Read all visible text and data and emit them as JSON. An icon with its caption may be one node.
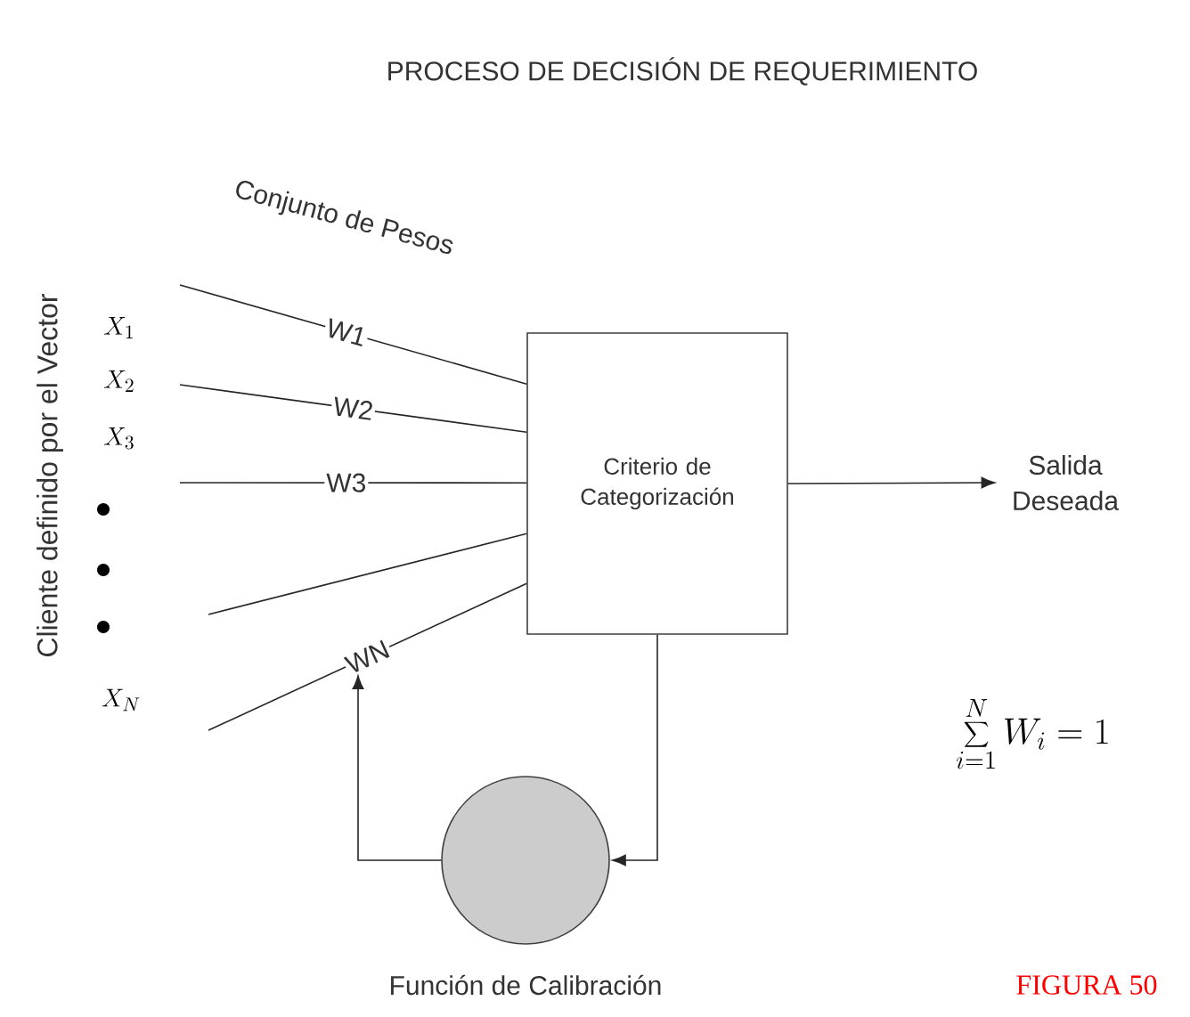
{
  "diagram": {
    "title": "PROCESO DE DECISIÓN DE REQUERIMIENTO",
    "caption": "FIGURA 50",
    "nodes": [
      {
        "text": [
          "Criterio de Categorización"
        ]
      },
      {
        "text": [],
        "shape": "circle",
        "beside": [
          "Función de Calibración"
        ]
      },
      {
        "text": [
          "Salida Deseada"
        ]
      }
    ],
    "edges": [
      {
        "from": null,
        "to": 0,
        "arrow": "none",
        "label": "W1"
      },
      {
        "from": null,
        "to": 0,
        "arrow": "none",
        "label": "W2"
      },
      {
        "from": null,
        "to": 0,
        "arrow": "none",
        "label": "W3"
      },
      {
        "from": null,
        "to": 0,
        "arrow": "none"
      },
      {
        "from": null,
        "to": 0,
        "arrow": "none",
        "label": "WN"
      },
      {
        "from": 0,
        "to": 2,
        "arrow": "to"
      },
      {
        "from": 0,
        "to": 1,
        "arrow": "to"
      },
      {
        "from": 1,
        "to": null,
        "arrow": "to"
      }
    ],
    "labels": [
      "Conjunto de Pesos",
      "Cliente definido por el Vector",
      "X_1",
      "X_2",
      "X_3",
      "X_N",
      "\\sum_{i=1}^{N} W_i = 1"
    ]
  }
}
